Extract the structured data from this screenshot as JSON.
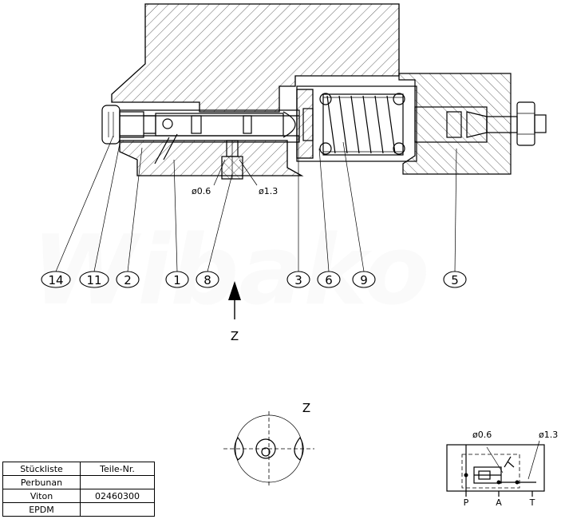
{
  "watermark": "Wibako",
  "diagram": {
    "balloons": [
      {
        "id": "b14",
        "label": "14"
      },
      {
        "id": "b11",
        "label": "11"
      },
      {
        "id": "b2",
        "label": "2"
      },
      {
        "id": "b1",
        "label": "1"
      },
      {
        "id": "b8",
        "label": "8"
      },
      {
        "id": "b3",
        "label": "3"
      },
      {
        "id": "b6",
        "label": "6"
      },
      {
        "id": "b9",
        "label": "9"
      },
      {
        "id": "b5",
        "label": "5"
      }
    ],
    "dim_06": "ø0.6",
    "dim_13": "ø1.3",
    "view_arrow_label": "Z",
    "detail_view_label": "Z"
  },
  "schematic": {
    "dim_06": "ø0.6",
    "dim_13": "ø1.3",
    "port_p": "P",
    "port_a": "A",
    "port_t": "T"
  },
  "parts_table": {
    "header": [
      "Stückliste",
      "Teile-Nr."
    ],
    "rows": [
      [
        "Perbunan",
        ""
      ],
      [
        "Viton",
        "02460300"
      ],
      [
        "EPDM",
        ""
      ]
    ]
  }
}
